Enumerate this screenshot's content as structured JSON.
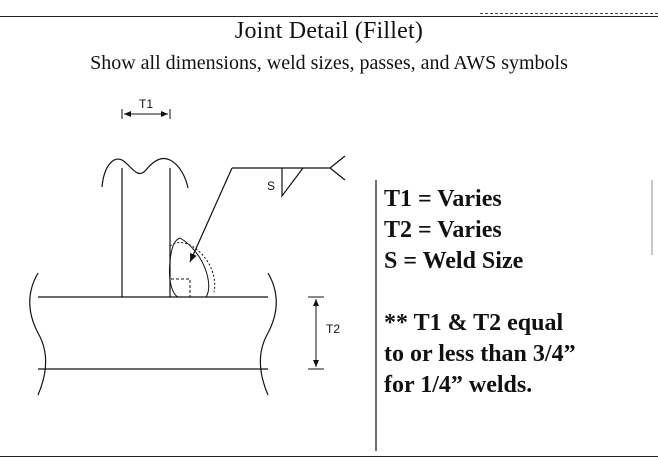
{
  "title": "Joint Detail (Fillet)",
  "subtitle": "Show all dimensions, weld sizes, passes, and AWS symbols",
  "labels": {
    "t1": "T1",
    "t2": "T2",
    "s": "S"
  },
  "notes": {
    "t1": "T1 = Varies",
    "t2": "T2 = Varies",
    "s": "S = Weld Size",
    "note_line1": "** T1 & T2 equal",
    "note_line2": "to or less than 3/4”",
    "note_line3": "for 1/4” welds."
  }
}
